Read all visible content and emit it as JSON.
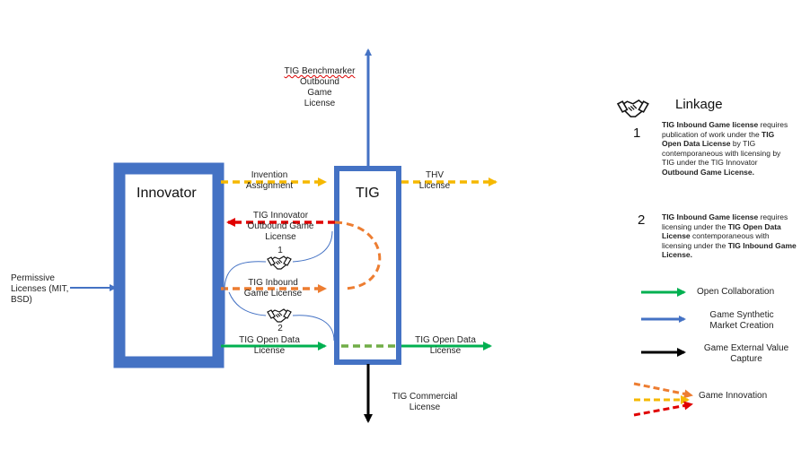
{
  "diagram": {
    "boxes": {
      "innovator": "Innovator",
      "tig": "TIG"
    },
    "labels": {
      "benchmarker_part1": "TIG Benchmarker",
      "benchmarker_part2": "Outbound Game License",
      "invention_assignment": "Invention Assignment",
      "thv_license": "THV License",
      "innovator_outbound": "TIG Innovator Outbound Game License",
      "inbound_game": "TIG Inbound Game License",
      "open_data_left": "TIG Open Data License",
      "open_data_right": "TIG Open Data License",
      "commercial": "TIG Commercial License",
      "permissive": "Permissive Licenses (MIT, BSD)",
      "handshake_num_1": "1",
      "handshake_num_2": "2"
    }
  },
  "legend": {
    "title": "Linkage",
    "item1": {
      "number": "1",
      "b1": "TIG Inbound Game license",
      "t1": " requires publication of work under the ",
      "b2": "TIG Open Data License",
      "t2": " by TIG contemporaneous with licensing by TIG under the TIG Innovator ",
      "b3": "Outbound Game License."
    },
    "item2": {
      "number": "2",
      "b1": "TIG Inbound Game license",
      "t1": " requires licensing  under the ",
      "b2": "TIG Open Data License",
      "t2": " contemporaneous with licensing under the ",
      "b3": "TIG Inbound Game License."
    },
    "arrows": {
      "open_collaboration": "Open Collaboration",
      "game_synthetic": "Game Synthetic Market Creation",
      "game_external": "Game External Value Capture",
      "game_innovation": "Game Innovation"
    }
  },
  "colors": {
    "blue": "#4472c4",
    "green": "#00b050",
    "yellow": "#f5b800",
    "orange": "#ed7d31",
    "red": "#e00000",
    "black": "#000000"
  }
}
